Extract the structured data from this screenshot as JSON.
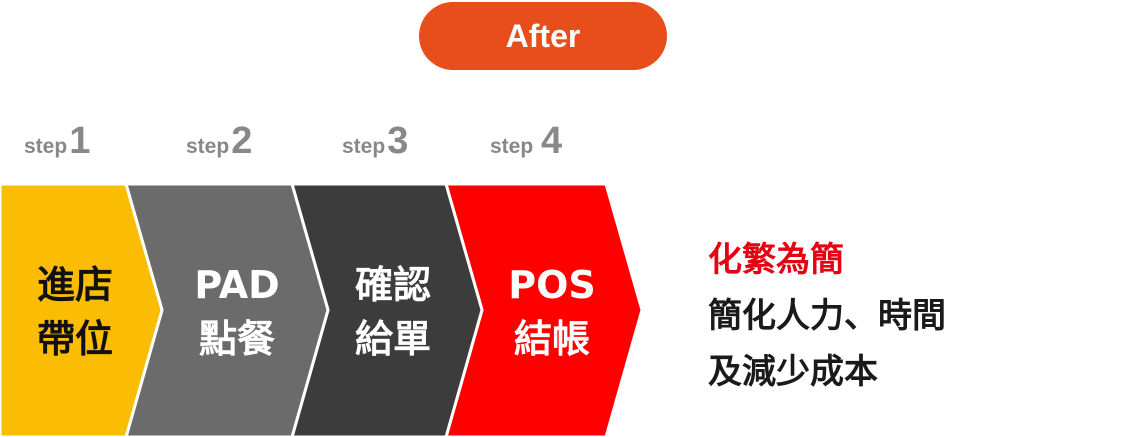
{
  "badge": {
    "label": "After",
    "color": "#e84d1c"
  },
  "steps": [
    {
      "word": "step",
      "num": "1",
      "line1": "進店",
      "line2": "帶位",
      "color": "#fbbc04",
      "text_color": "#111111"
    },
    {
      "word": "step",
      "num": "2",
      "line1": "PAD",
      "line2": "點餐",
      "color": "#6b6b6b",
      "text_color": "#ffffff"
    },
    {
      "word": "step",
      "num": "3",
      "line1": "確認",
      "line2": "給單",
      "color": "#3c3c3c",
      "text_color": "#ffffff"
    },
    {
      "word": "step ",
      "num": "4",
      "line1": "POS",
      "line2": "結帳",
      "color": "#ff0000",
      "text_color": "#ffffff"
    }
  ],
  "summary": {
    "highlight": "化繁為簡",
    "line2": "簡化人力、時間",
    "line3": "及減少成本",
    "highlight_color": "#e60012"
  }
}
